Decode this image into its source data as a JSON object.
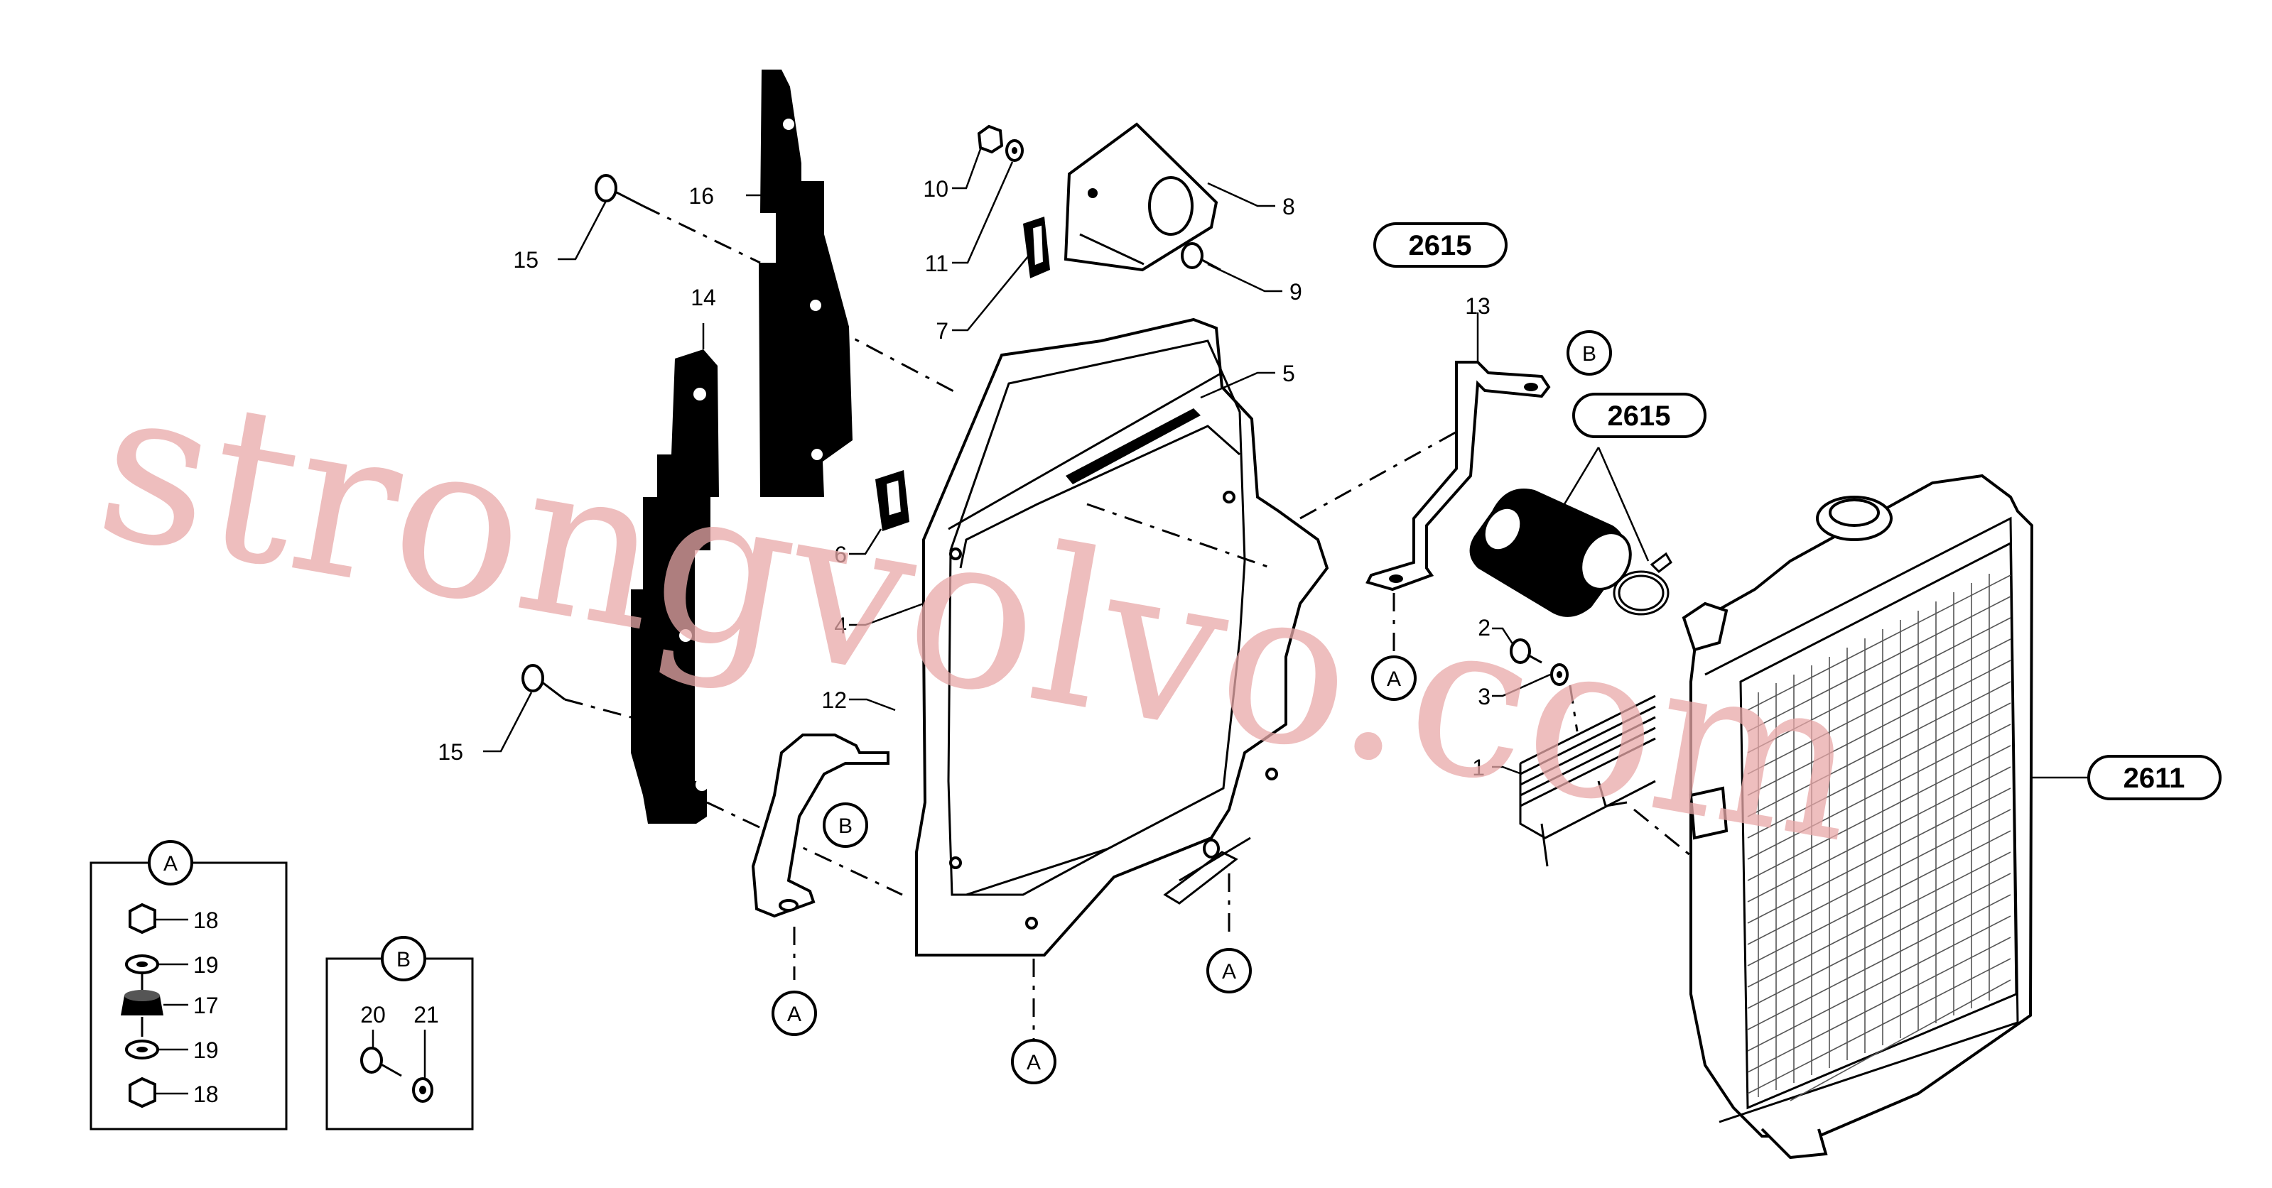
{
  "watermark": "strongvolvo.com",
  "part_callouts": {
    "p1": "1",
    "p2": "2",
    "p3": "3",
    "p4": "4",
    "p5": "5",
    "p6": "6",
    "p7": "7",
    "p8": "8",
    "p9": "9",
    "p10": "10",
    "p11": "11",
    "p12": "12",
    "p13": "13",
    "p14": "14",
    "p15a": "15",
    "p15b": "15",
    "p16": "16",
    "p17": "17",
    "p18a": "18",
    "p18b": "18",
    "p19a": "19",
    "p19b": "19",
    "p20": "20",
    "p21": "21"
  },
  "reference_groups": {
    "ref_2615_top": "2615",
    "ref_2615_hose": "2615",
    "ref_2611": "2611"
  },
  "detail_markers": {
    "a_radiator_left": "A",
    "a_frame_bottom": "A",
    "a_frame_right": "A",
    "a_pipe": "A",
    "b_pipe_top": "B",
    "b_bracket": "B"
  },
  "inset_boxes": {
    "inset_a_title": "A",
    "inset_b_title": "B"
  }
}
